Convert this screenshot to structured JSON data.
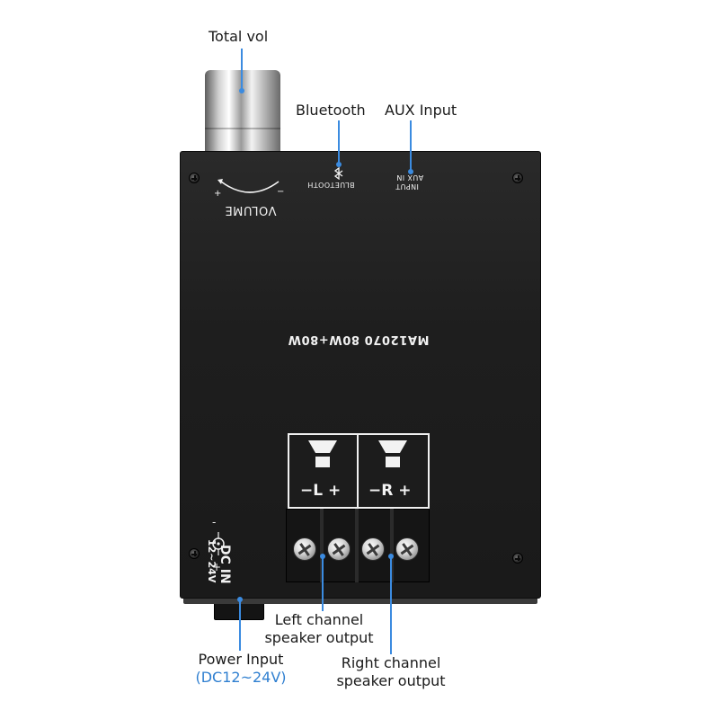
{
  "callouts": {
    "total_vol": "Total vol",
    "bluetooth": "Bluetooth",
    "aux_input": "AUX Input",
    "left_output_line1": "Left channel",
    "left_output_line2": "speaker output",
    "power_input": "Power Input",
    "power_spec": "(DC12~24V)",
    "right_output_line1": "Right channel",
    "right_output_line2": "speaker output"
  },
  "silkscreen": {
    "volume": "VOLUME",
    "vol_plus": "+",
    "vol_minus": "−",
    "bluetooth": "BLUETOOTH",
    "input": "INPUT",
    "aux_in": "AUX IN",
    "model": "MA12070  80W+80W",
    "left_channel": "−L +",
    "right_channel": "−R +",
    "dc_in": "DC IN",
    "dc_range": "12~24V",
    "dc_minus": "-",
    "dc_plus": "+"
  },
  "colors": {
    "callout_accent": "#2f7fd0",
    "board": "#1e1e1e",
    "silkscreen": "#f2f2f2"
  },
  "icons": {
    "bluetooth": "bluetooth-icon",
    "speaker": "speaker-icon",
    "dc_jack": "dc-polarity-icon"
  }
}
